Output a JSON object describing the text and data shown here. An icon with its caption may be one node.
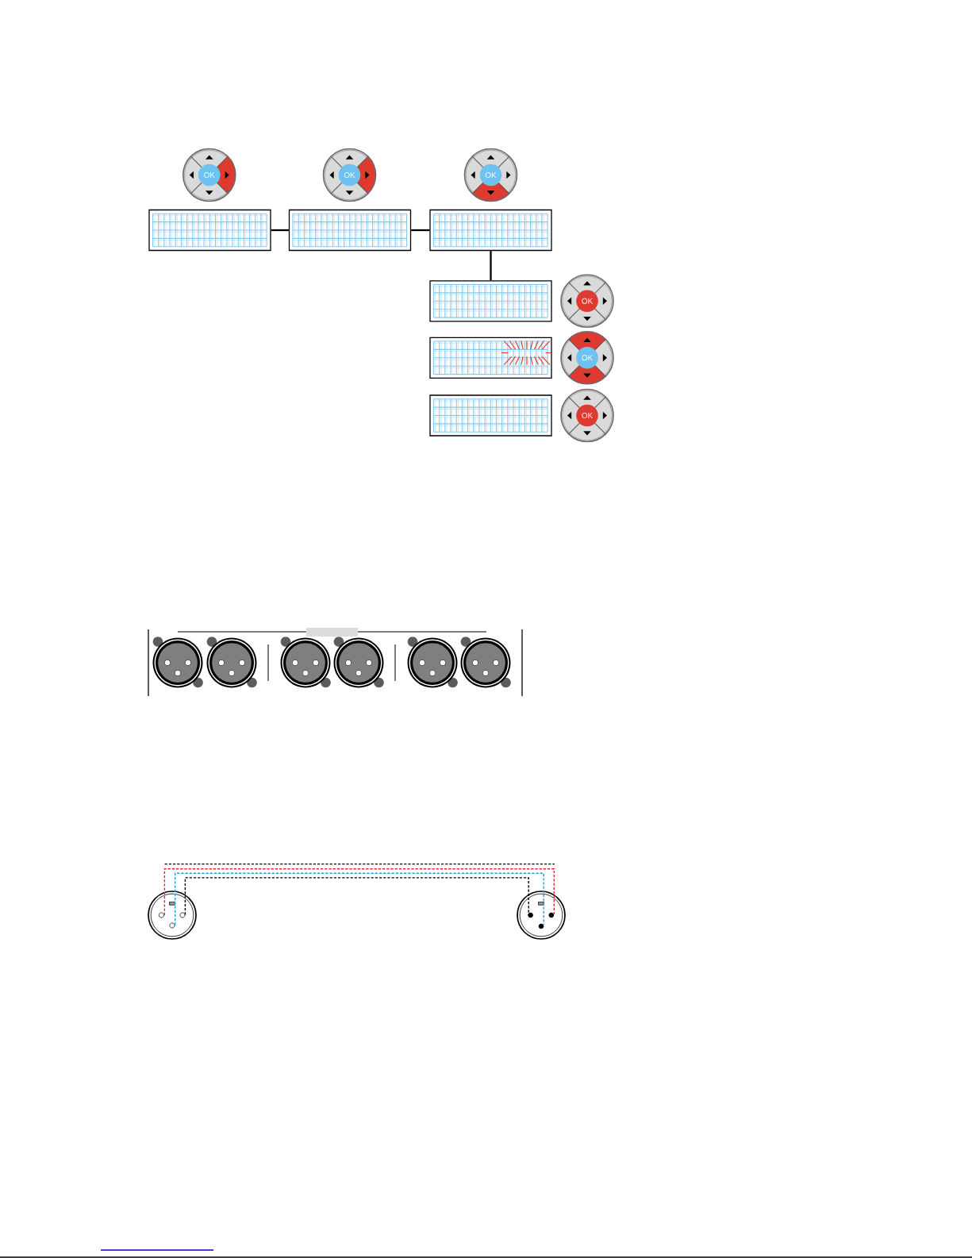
{
  "diagram": {
    "nodes": [
      {
        "text": [
          "OK"
        ]
      },
      {
        "text": [
          "OK"
        ]
      },
      {
        "text": [
          "OK"
        ]
      },
      {
        "text": [],
        "shape": "box"
      },
      {
        "text": [],
        "shape": "box"
      },
      {
        "text": [],
        "shape": "box"
      },
      {
        "text": [],
        "shape": "box"
      },
      {
        "text": [
          "OK"
        ]
      },
      {
        "text": [],
        "shape": "box"
      },
      {
        "text": [
          "OK"
        ]
      },
      {
        "text": [],
        "shape": "box"
      },
      {
        "text": [
          "OK"
        ]
      },
      {
        "text": [],
        "shape": "circle"
      },
      {
        "text": [],
        "shape": "circle"
      }
    ],
    "edges": [
      {
        "from": 3,
        "to": 4,
        "arrow": "none"
      },
      {
        "from": 4,
        "to": 5,
        "arrow": "none"
      },
      {
        "from": 5,
        "to": 6,
        "arrow": "none"
      },
      {
        "from": 12,
        "to": 13,
        "arrow": "none",
        "style": "dashed",
        "color": "#e3262b"
      },
      {
        "from": 12,
        "to": 13,
        "arrow": "none",
        "style": "dashed",
        "color": "#1e9ce0"
      },
      {
        "from": 12,
        "to": 13,
        "arrow": "none",
        "style": "dashed"
      }
    ]
  }
}
